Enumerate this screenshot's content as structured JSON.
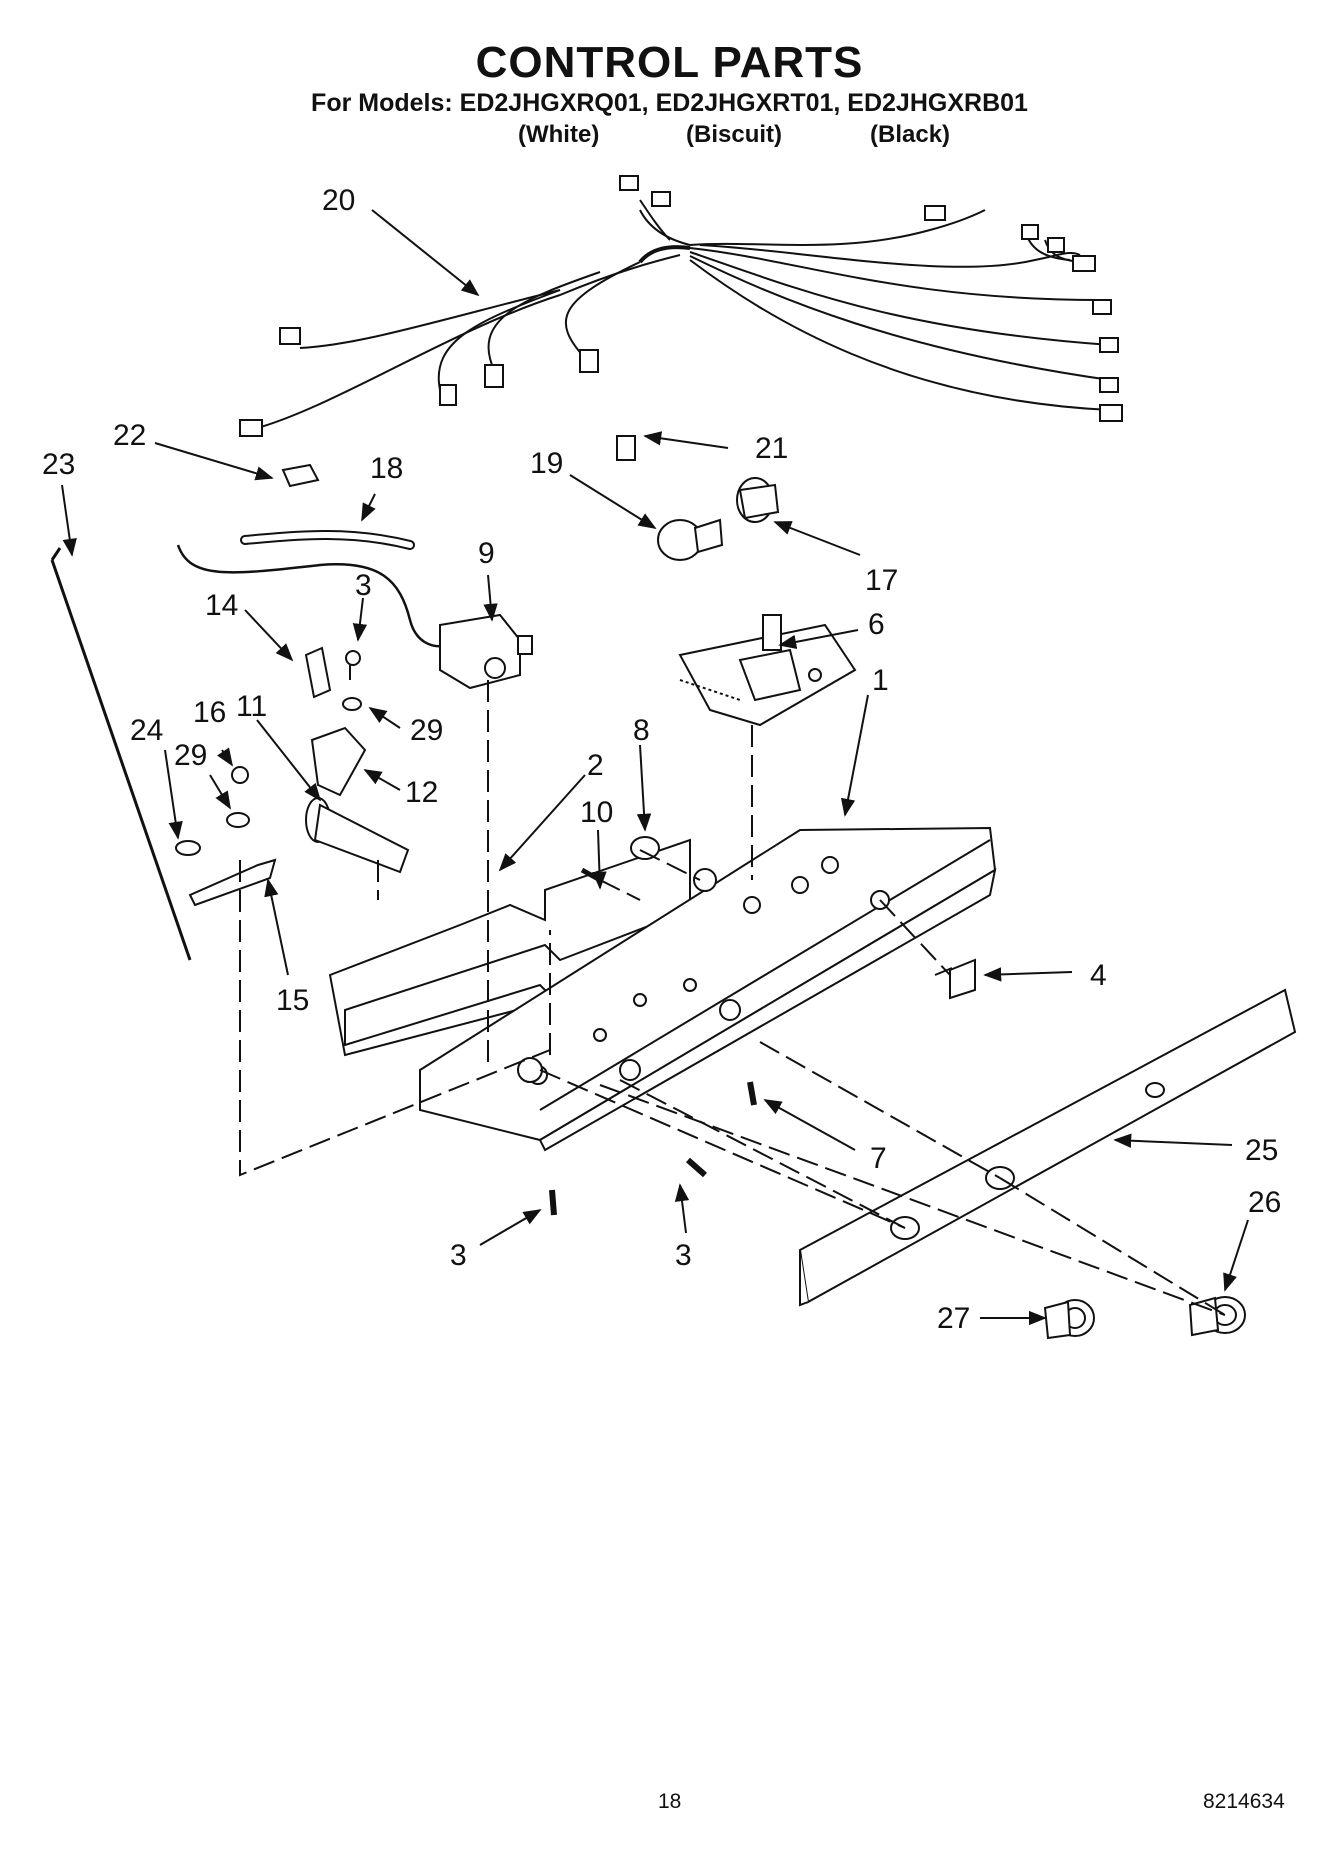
{
  "header": {
    "title": "CONTROL PARTS",
    "models": "For Models: ED2JHGXRQ01, ED2JHGXRT01, ED2JHGXRB01",
    "colors": [
      "(White)",
      "(Biscuit)",
      "(Black)"
    ]
  },
  "callouts": [
    "20",
    "22",
    "23",
    "18",
    "21",
    "19",
    "17",
    "3",
    "9",
    "14",
    "6",
    "1",
    "29",
    "24",
    "16",
    "11",
    "29",
    "12",
    "8",
    "2",
    "10",
    "4",
    "15",
    "7",
    "25",
    "26",
    "3",
    "3",
    "27"
  ],
  "footer": {
    "page_number": "18",
    "doc_number": "8214634"
  }
}
